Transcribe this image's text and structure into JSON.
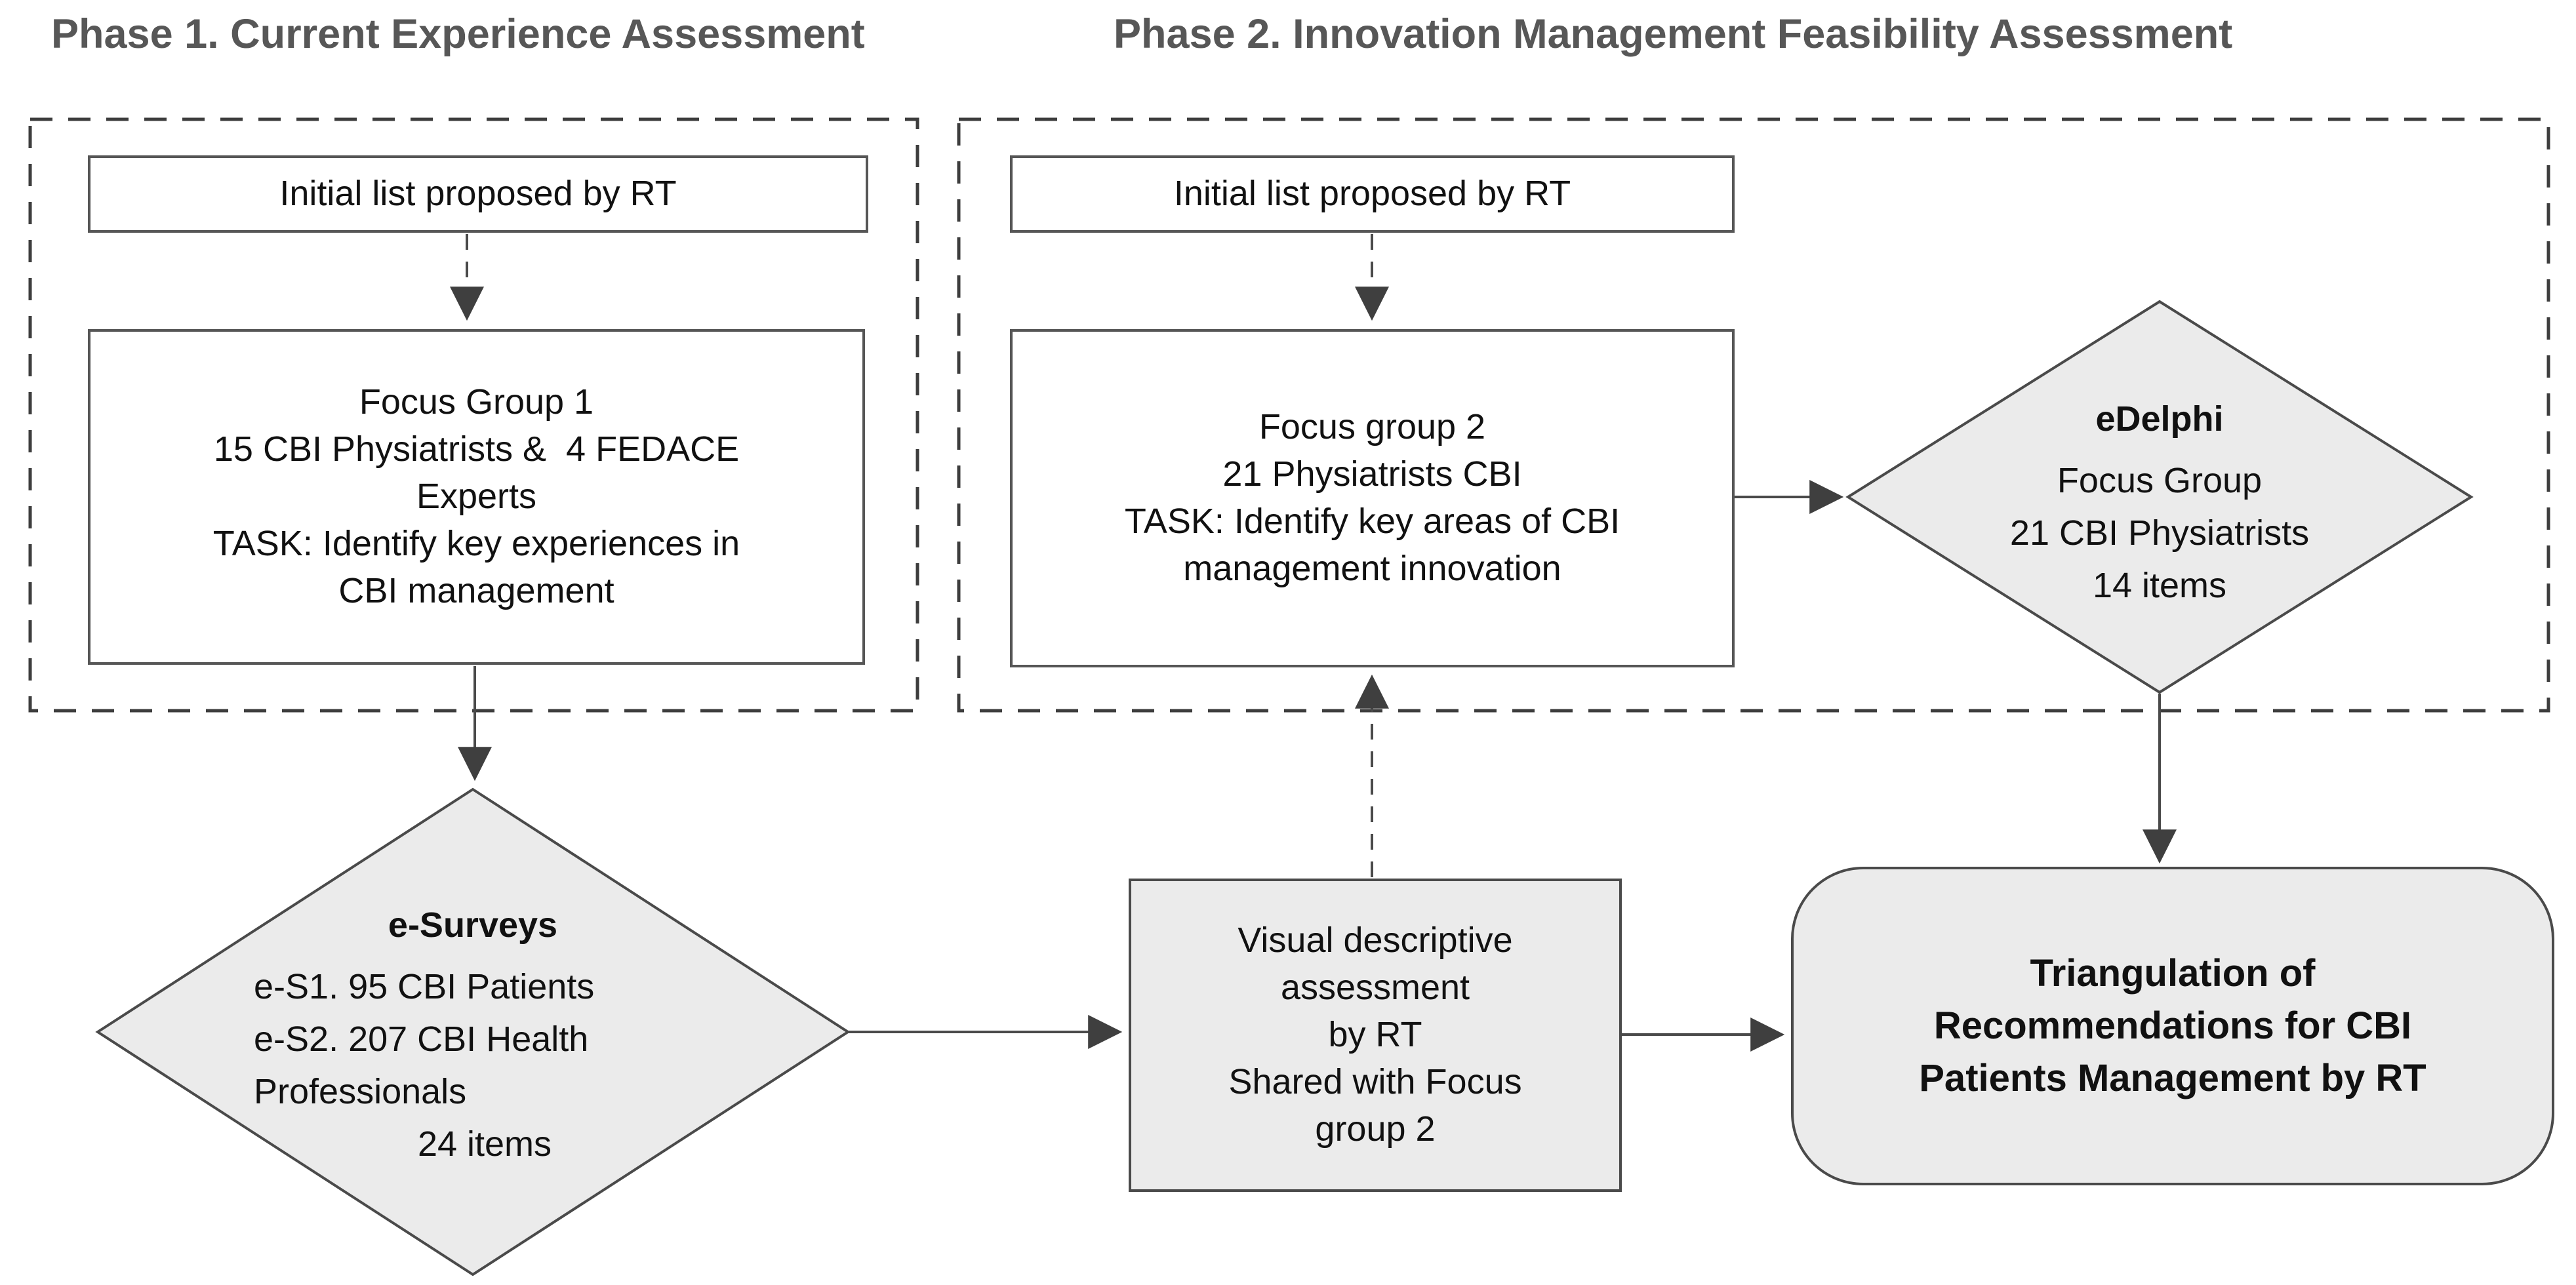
{
  "phase1": {
    "title": "Phase 1. Current Experience Assessment",
    "initial_box_label": "Initial list proposed by RT",
    "focus_group": {
      "lines": [
        "Focus Group 1",
        "15 CBI Physiatrists &  4 FEDACE",
        "Experts",
        "TASK: Identify key experiences in",
        "CBI management"
      ]
    },
    "esurveys": {
      "title": "e-Surveys",
      "lines": [
        "e-S1. 95 CBI Patients",
        "e-S2. 207 CBI Health",
        "Professionals",
        "24 items"
      ]
    }
  },
  "phase2": {
    "title": "Phase 2. Innovation Management Feasibility Assessment",
    "initial_box_label": "Initial list proposed by RT",
    "focus_group": {
      "lines": [
        "Focus group 2",
        "21 Physiatrists CBI",
        "TASK: Identify key areas of CBI",
        "management innovation"
      ]
    },
    "edelphi": {
      "title": "eDelphi",
      "lines": [
        "Focus Group",
        "21 CBI Physiatrists",
        "14 items"
      ]
    }
  },
  "visual_box": {
    "lines": [
      "Visual descriptive",
      "assessment",
      "by RT",
      "Shared with Focus",
      "group 2"
    ]
  },
  "triangulation_box": {
    "lines": [
      "Triangulation of",
      "Recommendations for CBI",
      "Patients Management by RT"
    ]
  },
  "colors": {
    "node_fill": "#ebebeb",
    "line": "#4a4a4a",
    "arrowhead": "#3f3f3f",
    "title_text": "#575757",
    "body_text": "#111111",
    "box_bg": "#ffffff"
  }
}
